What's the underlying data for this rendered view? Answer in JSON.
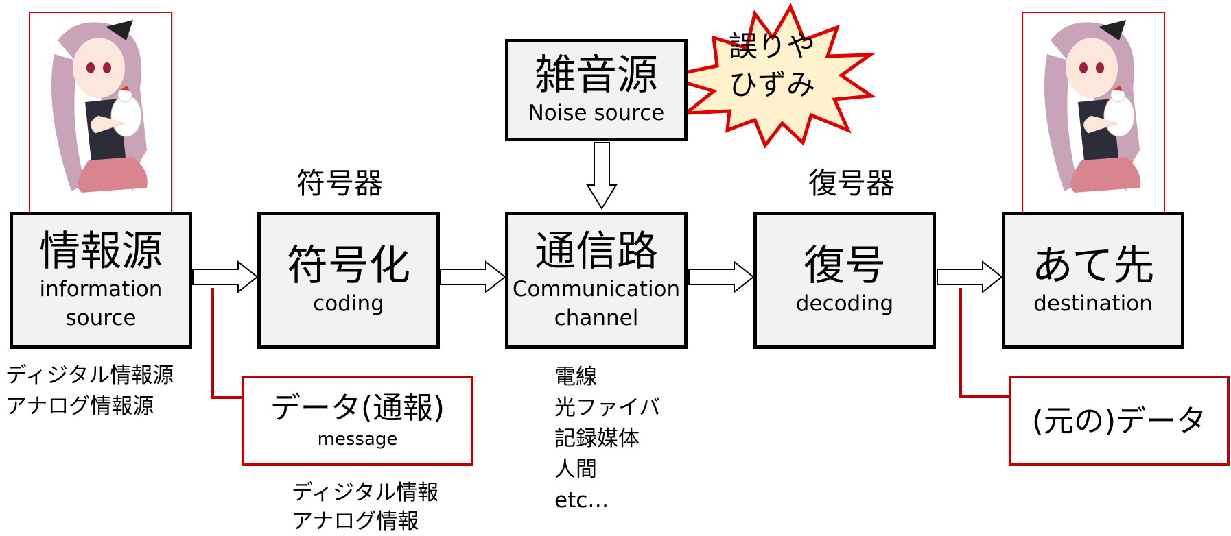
{
  "source": {
    "title": "情報源",
    "subtitle_line1": "information",
    "subtitle_line2": "source",
    "types": [
      "ディジタル情報源",
      "アナログ情報源"
    ]
  },
  "encoder": {
    "label": "符号器",
    "title": "符号化",
    "subtitle": "coding"
  },
  "channel": {
    "title": "通信路",
    "subtitle_line1": "Communication",
    "subtitle_line2": "channel",
    "examples": [
      "電線",
      "光ファイバ",
      "記録媒体",
      "人間",
      "etc…"
    ]
  },
  "noise": {
    "title": "雑音源",
    "subtitle": "Noise source",
    "burst_line1": "誤りや",
    "burst_line2": "ひずみ"
  },
  "decoder": {
    "label": "復号器",
    "title": "復号",
    "subtitle": "decoding"
  },
  "destination": {
    "title": "あて先",
    "subtitle": "destination"
  },
  "message": {
    "title": "データ(通報)",
    "subtitle": "message",
    "types": [
      "ディジタル情報",
      "アナログ情報"
    ]
  },
  "output": {
    "title": "(元の)データ"
  },
  "colors": {
    "box_fill": "#f2f2f2",
    "box_border": "#000000",
    "accent_red": "#c00000",
    "burst_border": "#e00000",
    "burst_fill": "#fff2cc"
  },
  "icons": {
    "sender_figure": "anime-girl-holding-bird",
    "receiver_figure": "anime-girl-holding-bird"
  }
}
